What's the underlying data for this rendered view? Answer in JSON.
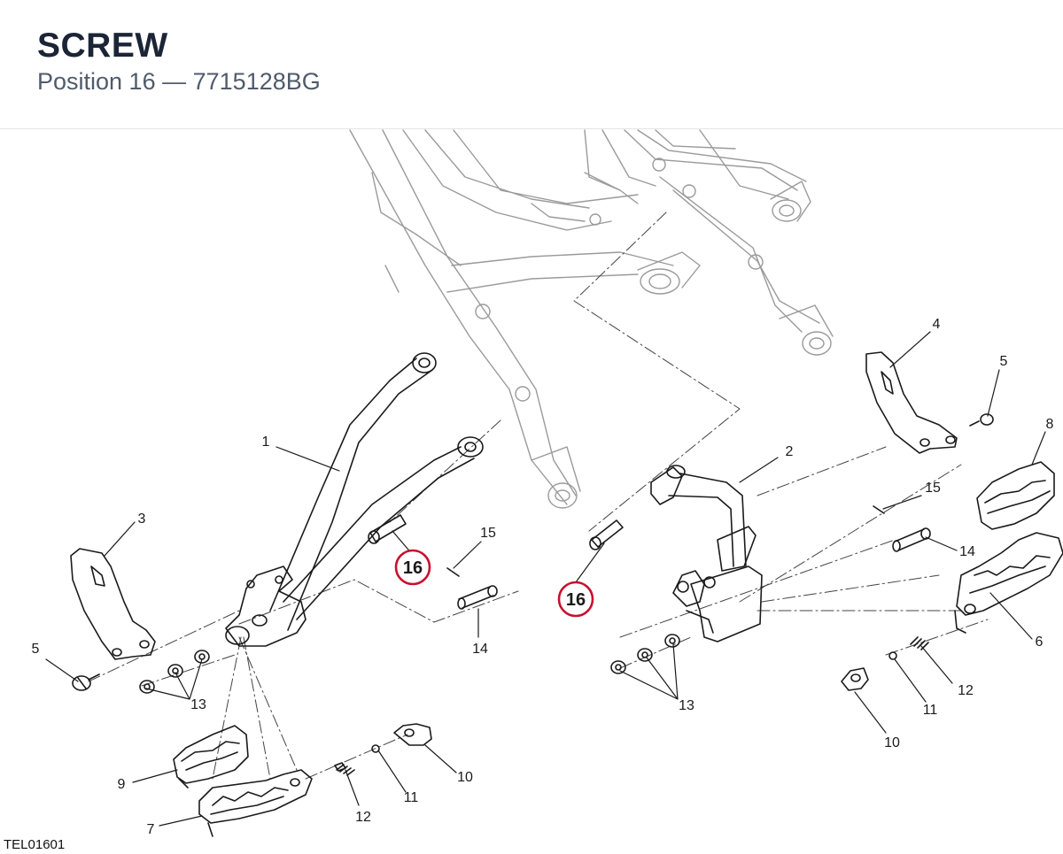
{
  "header": {
    "title": "SCREW",
    "position_label": "Position 16",
    "separator": "—",
    "part_number": "7715128BG"
  },
  "diagram": {
    "reference": "TEL01601",
    "highlight_color": "#c8102e",
    "callouts": {
      "c1": "1",
      "c2": "2",
      "c3": "3",
      "c4": "4",
      "c5a": "5",
      "c5b": "5",
      "c6": "6",
      "c7": "7",
      "c8": "8",
      "c9": "9",
      "c10a": "10",
      "c10b": "10",
      "c11a": "11",
      "c11b": "11",
      "c12a": "12",
      "c12b": "12",
      "c13a": "13",
      "c13b": "13",
      "c14a": "14",
      "c14b": "14",
      "c15a": "15",
      "c15b": "15",
      "c16a": "16",
      "c16b": "16"
    }
  }
}
